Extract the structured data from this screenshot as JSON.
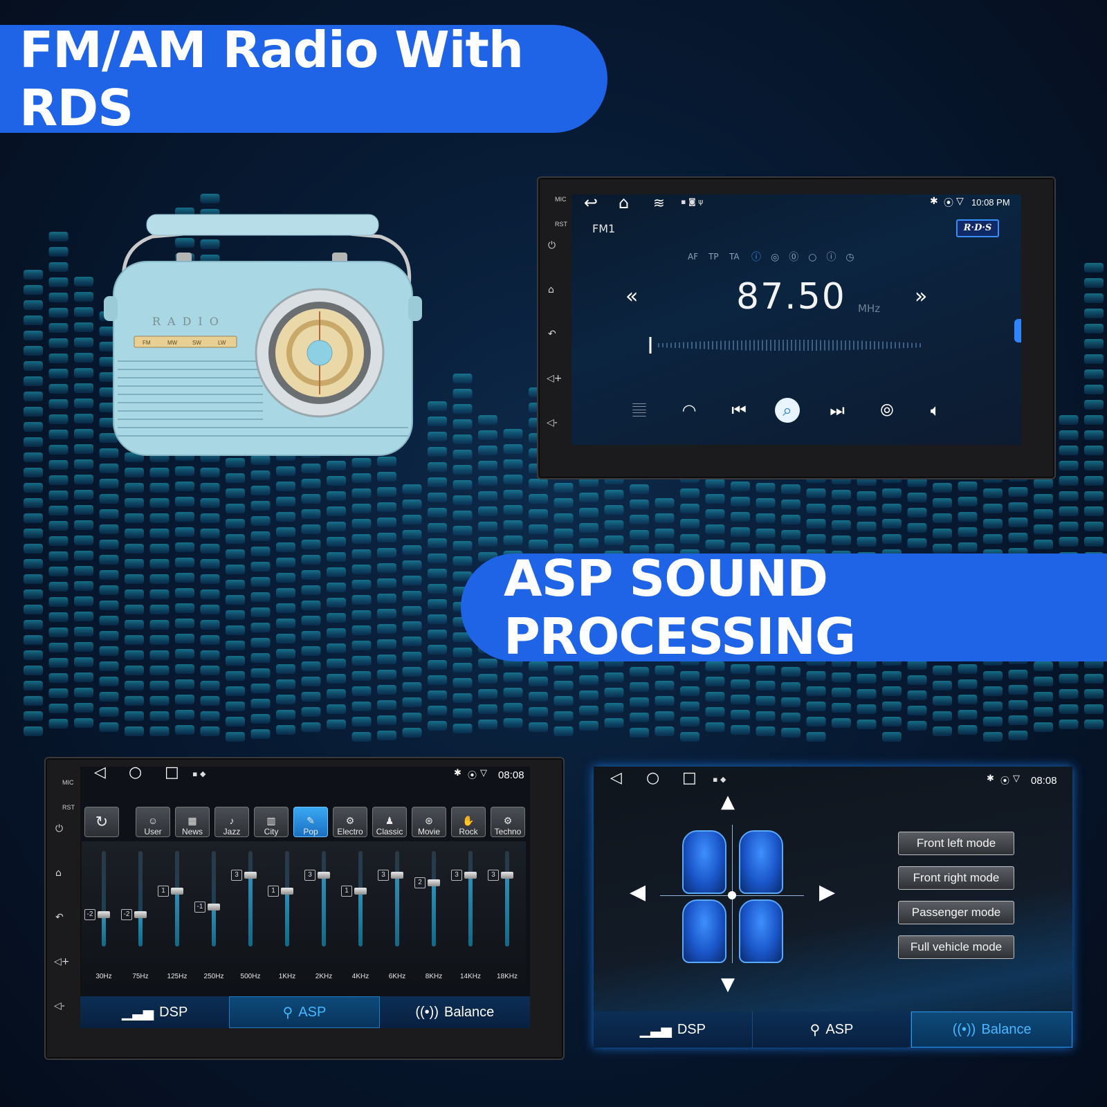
{
  "banners": {
    "top": "FM/AM Radio With RDS",
    "middle": "ASP SOUND PROCESSING"
  },
  "radio_unit": {
    "side_labels": [
      "MIC",
      "RST"
    ],
    "status_time": "10:08 PM",
    "band": "FM1",
    "rds_badge": "R·D·S",
    "rds_options": [
      "AF",
      "TP",
      "TA"
    ],
    "frequency": "87.50",
    "unit": "MHz"
  },
  "eq_unit": {
    "side_labels": [
      "MIC",
      "RST"
    ],
    "status_time": "08:08",
    "presets": [
      "User",
      "News",
      "Jazz",
      "City",
      "Pop",
      "Electro",
      "Classic",
      "Movie",
      "Rock",
      "Techno"
    ],
    "active_preset": "Pop",
    "bands": [
      {
        "label": "30Hz",
        "value": "-2"
      },
      {
        "label": "75Hz",
        "value": "-2"
      },
      {
        "label": "125Hz",
        "value": "1"
      },
      {
        "label": "250Hz",
        "value": "-1"
      },
      {
        "label": "500Hz",
        "value": "3"
      },
      {
        "label": "1KHz",
        "value": "1"
      },
      {
        "label": "2KHz",
        "value": "3"
      },
      {
        "label": "4KHz",
        "value": "1"
      },
      {
        "label": "6KHz",
        "value": "3"
      },
      {
        "label": "8KHz",
        "value": "2"
      },
      {
        "label": "14KHz",
        "value": "3"
      },
      {
        "label": "18KHz",
        "value": "3"
      }
    ],
    "tabs": [
      "DSP",
      "ASP",
      "Balance"
    ],
    "selected_tab": "ASP"
  },
  "balance_unit": {
    "status_time": "08:08",
    "modes": [
      "Front left mode",
      "Front right mode",
      "Passenger mode",
      "Full vehicle mode"
    ],
    "tabs": [
      "DSP",
      "ASP",
      "Balance"
    ],
    "selected_tab": "Balance"
  },
  "colors": {
    "banner_blue": "#1f63e6",
    "accent_cyan": "#47b8ff",
    "radio_body": "#a9d7e4"
  }
}
